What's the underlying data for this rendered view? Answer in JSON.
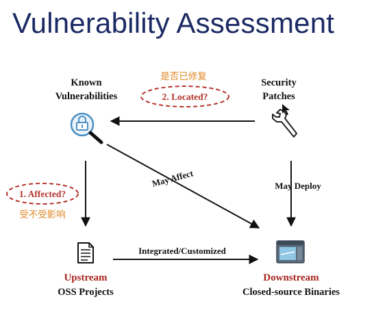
{
  "title": "Vulnerability Assessment",
  "nodes": {
    "known_vulns": {
      "line1": "Known",
      "line2": "Vulnerabilities",
      "icon": "magnifier-lock-icon"
    },
    "security_patches": {
      "line1": "Security",
      "line2": "Patches",
      "icon": "wrench-icon"
    },
    "upstream": {
      "line1": "Upstream",
      "line2": "OSS Projects",
      "icon": "document-icon"
    },
    "downstream": {
      "line1": "Downstream",
      "line2": "Closed-source Binaries",
      "icon": "window-icon"
    }
  },
  "edges": {
    "may_affect": "May Affect",
    "may_deploy": "May Deploy",
    "integrated": "Integrated/Customized"
  },
  "tags": {
    "located": {
      "label": "2. Located?",
      "note": "是否已修复"
    },
    "affected": {
      "label": "1. Affected?",
      "note": "受不受影响"
    }
  },
  "colors": {
    "title": "#1b2a63",
    "accent_red": "#a8241d",
    "tag_red": "#b3332b",
    "note_orange": "#e08a2a"
  }
}
